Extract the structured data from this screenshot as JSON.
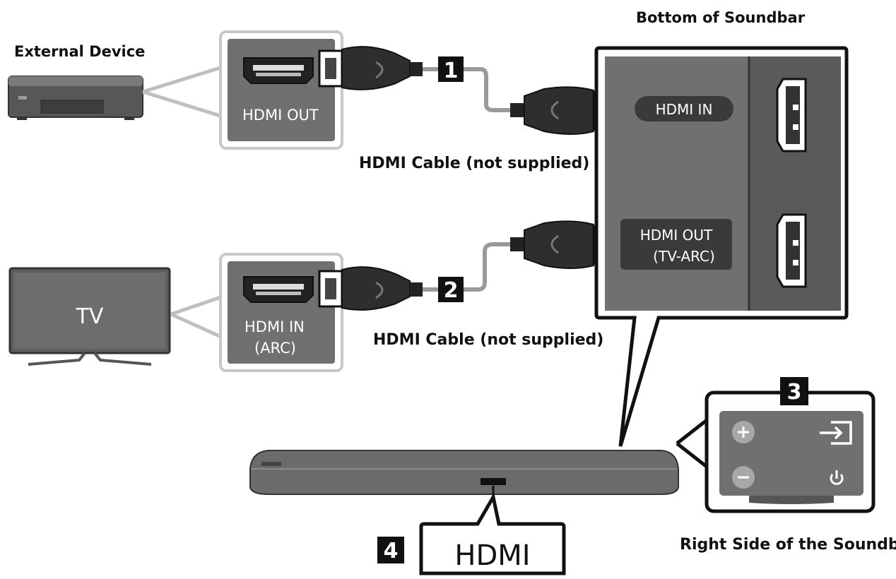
{
  "labels": {
    "external_device": "External Device",
    "bottom_of_soundbar": "Bottom of Soundbar",
    "hdmi_out": "HDMI OUT",
    "hdmi_in_arc_line1": "HDMI IN",
    "hdmi_in_arc_line2": "(ARC)",
    "soundbar_hdmi_in": "HDMI IN",
    "soundbar_hdmi_out_line1": "HDMI OUT",
    "soundbar_hdmi_out_line2": "(TV-ARC)",
    "cable_1": "HDMI Cable (not supplied)",
    "cable_2": "HDMI Cable (not supplied)",
    "tv": "TV",
    "right_side": "Right Side of the Soundbar",
    "hdmi_display": "HDMI"
  },
  "steps": {
    "s1": "1",
    "s2": "2",
    "s3": "3",
    "s4": "4"
  },
  "icons": {
    "volume_up": "plus-icon",
    "volume_down": "minus-icon",
    "source": "input-source-icon",
    "power": "power-icon"
  },
  "colors": {
    "panel_gray": "#6f6f6f",
    "dark_gray": "#4a4a4a",
    "frame_gray": "#bfbfbf",
    "cable_gray": "#9a9a9a",
    "badge_black": "#111111"
  }
}
